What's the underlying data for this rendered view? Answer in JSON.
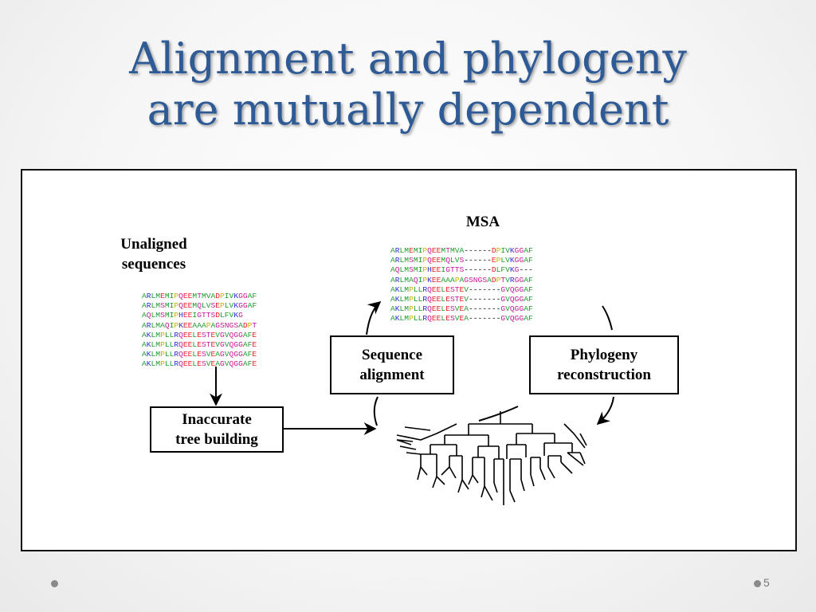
{
  "title": {
    "line1": "Alignment and phylogeny",
    "line2": "are mutually dependent"
  },
  "figure": {
    "unaligned_label_line1": "Unaligned",
    "unaligned_label_line2": "sequences",
    "msa_label": "MSA",
    "inaccurate_line1": "Inaccurate",
    "inaccurate_line2": "tree building",
    "seqalign_line1": "Sequence",
    "seqalign_line2": "alignment",
    "phylo_line1": "Phylogeny",
    "phylo_line2": "reconstruction",
    "unaligned_sequences": [
      "ARLMEMIPQEEMTMVADPIVKGGAF",
      "ARLMSMIPQEEMQLVSEPLVKGGAF",
      "AQLMSMIPHEEIGTTSDLFVKG",
      "ARLMAQIPKEEAAAPAGSNGSADPT",
      "AKLMPLLRQEELESTEVGVQGGAFE",
      "AKLMPLLRQEELESTEVGVQGGAFE",
      "AKLMPLLRQEELESVEAGVQGGAFE",
      "AKLMPLLRQEELESVEAGVQGGAFE"
    ],
    "msa_sequences": [
      "ARLMEMIPQEEMTMVA------DPIVKGGAF",
      "ARLMSMIPQEEMQLVS------EPLVKGGAF",
      "AQLMSMIPHEEIGTTS------DLFVKG---",
      "ARLMAQIPKEEAAAPAGSNGSADPTVRGGAF",
      "AKLMPLLRQEELESTEV-------GVQGGAF",
      "AKLMPLLRQEELESTEV-------GVQGGAF",
      "AKLMPLLRQEELESVEA-------GVQGGAF",
      "AKLMPLLRQEELESVEA-------GVQGGAF"
    ],
    "residue_colors": {
      "A": "#1c9c2c",
      "V": "#1c9c2c",
      "L": "#1c9c2c",
      "I": "#1c9c2c",
      "M": "#1c9c2c",
      "F": "#1c9c2c",
      "R": "#2a2ad8",
      "K": "#2a2ad8",
      "H": "#2a2ad8",
      "D": "#e8222a",
      "E": "#e8222a",
      "P": "#c9b000",
      "G": "#c8179a",
      "N": "#c8179a",
      "S": "#c8179a",
      "T": "#c8179a",
      "Q": "#c8179a",
      "Y": "#c8179a",
      "-": "#000000"
    }
  },
  "page_number": "5"
}
